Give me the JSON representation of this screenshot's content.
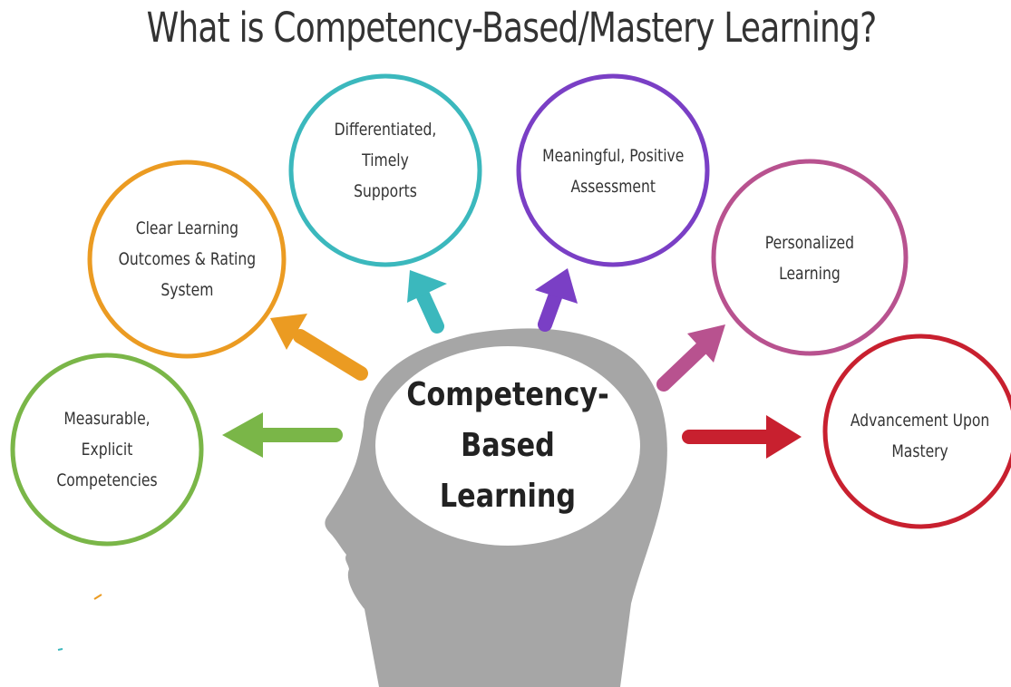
{
  "title": "What is Competency-Based/Mastery Learning?",
  "center": {
    "label": "Competency-\nBased Learning"
  },
  "bubbles": [
    {
      "label": "Measurable, Explicit\nCompetencies",
      "color": "#7ab648"
    },
    {
      "label": "Clear Learning\nOutcomes & Rating\nSystem",
      "color": "#eb9b22"
    },
    {
      "label": "Differentiated, Timely\nSupports",
      "color": "#3bb8bd"
    },
    {
      "label": "Meaningful, Positive\nAssessment",
      "color": "#7a3fc5"
    },
    {
      "label": "Personalized\nLearning",
      "color": "#b8528f"
    },
    {
      "label": "Advancement Upon\nMastery",
      "color": "#c8202f"
    }
  ],
  "colors": {
    "head": "#a6a6a6",
    "text": "#333333"
  }
}
